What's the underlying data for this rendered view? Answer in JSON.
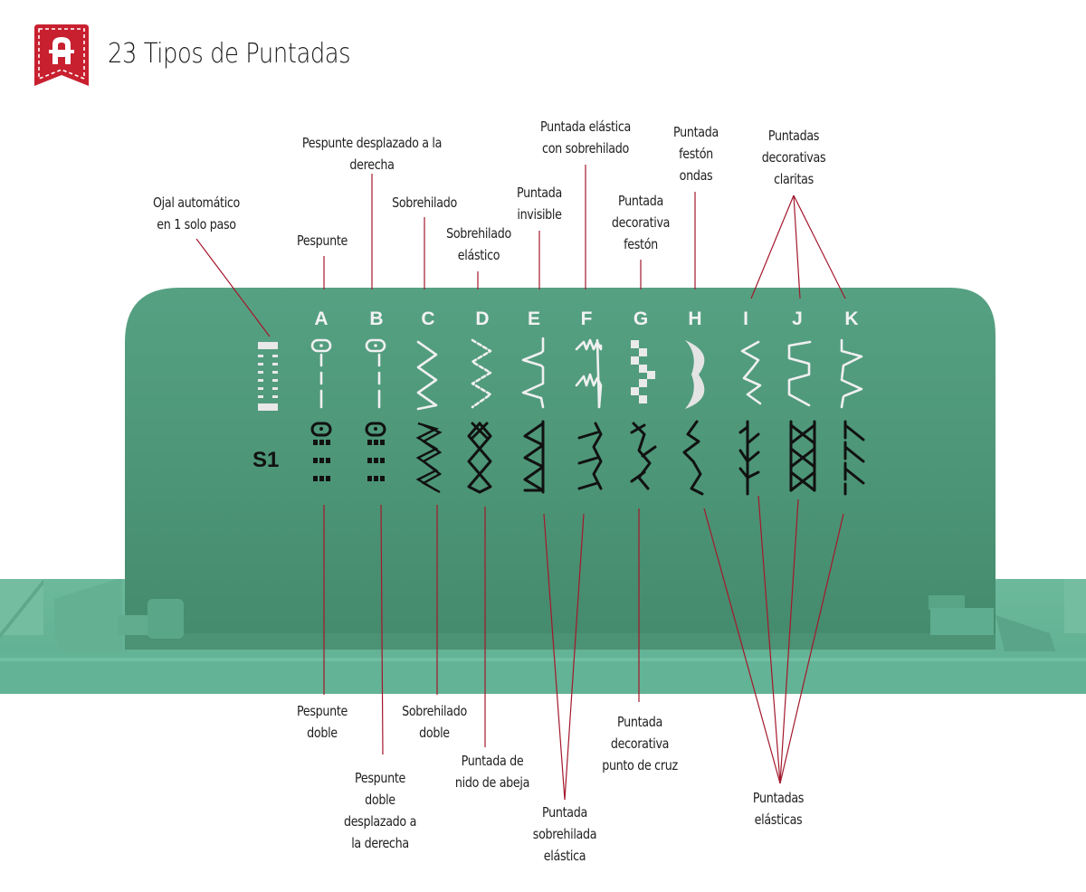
{
  "header": {
    "title": "23 Tipos de Puntadas",
    "logo_letter": "A",
    "logo_color": "#c8202f"
  },
  "panel": {
    "color_upper": "#4d9677",
    "color_base": "#67b397",
    "row_label": "S1",
    "letters": [
      "A",
      "B",
      "C",
      "D",
      "E",
      "F",
      "G",
      "H",
      "I",
      "J",
      "K"
    ]
  },
  "labels_top": {
    "ojal": "Ojal automático\nen 1 solo paso",
    "pespunte": "Pespunte",
    "pespunte_desplazado": "Pespunte desplazado a la\nderecha",
    "sobrehilado": "Sobrehilado",
    "sobrehilado_elastico": "Sobrehilado\nelástico",
    "invisible": "Puntada\ninvisible",
    "elastica_sobrehilado": "Puntada elástica\ncon sobrehilado",
    "decorativa_feston": "Puntada\ndecorativa\nfestón",
    "feston_ondas": "Puntada\nfestón\nondas",
    "decorativas_claritas": "Puntadas\ndecorativas\nclaritas"
  },
  "labels_bottom": {
    "pespunte_doble": "Pespunte\ndoble",
    "pespunte_doble_desplazado": "Pespunte\ndoble\ndesplazado a\nla derecha",
    "sobrehilado_doble": "Sobrehilado\ndoble",
    "nido_abeja": "Puntada de\nnido de abeja",
    "sobrehilada_elastica": "Puntada\nsobrehilada\nelástica",
    "punto_cruz": "Puntada\ndecorativa\npunto de cruz",
    "elasticas": "Puntadas\nelásticas"
  },
  "colors": {
    "leader_line": "#a3182c",
    "text": "#1f1f1f"
  }
}
